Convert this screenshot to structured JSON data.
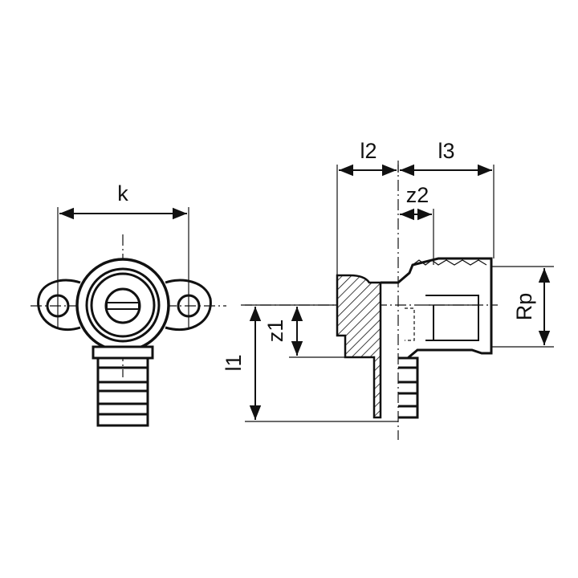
{
  "dimensions": {
    "k": "k",
    "l2": "l2",
    "l3": "l3",
    "z2": "z2",
    "rp": "Rp",
    "z1": "z1",
    "l1": "l1"
  },
  "colors": {
    "stroke": "#111111",
    "background": "#ffffff"
  }
}
